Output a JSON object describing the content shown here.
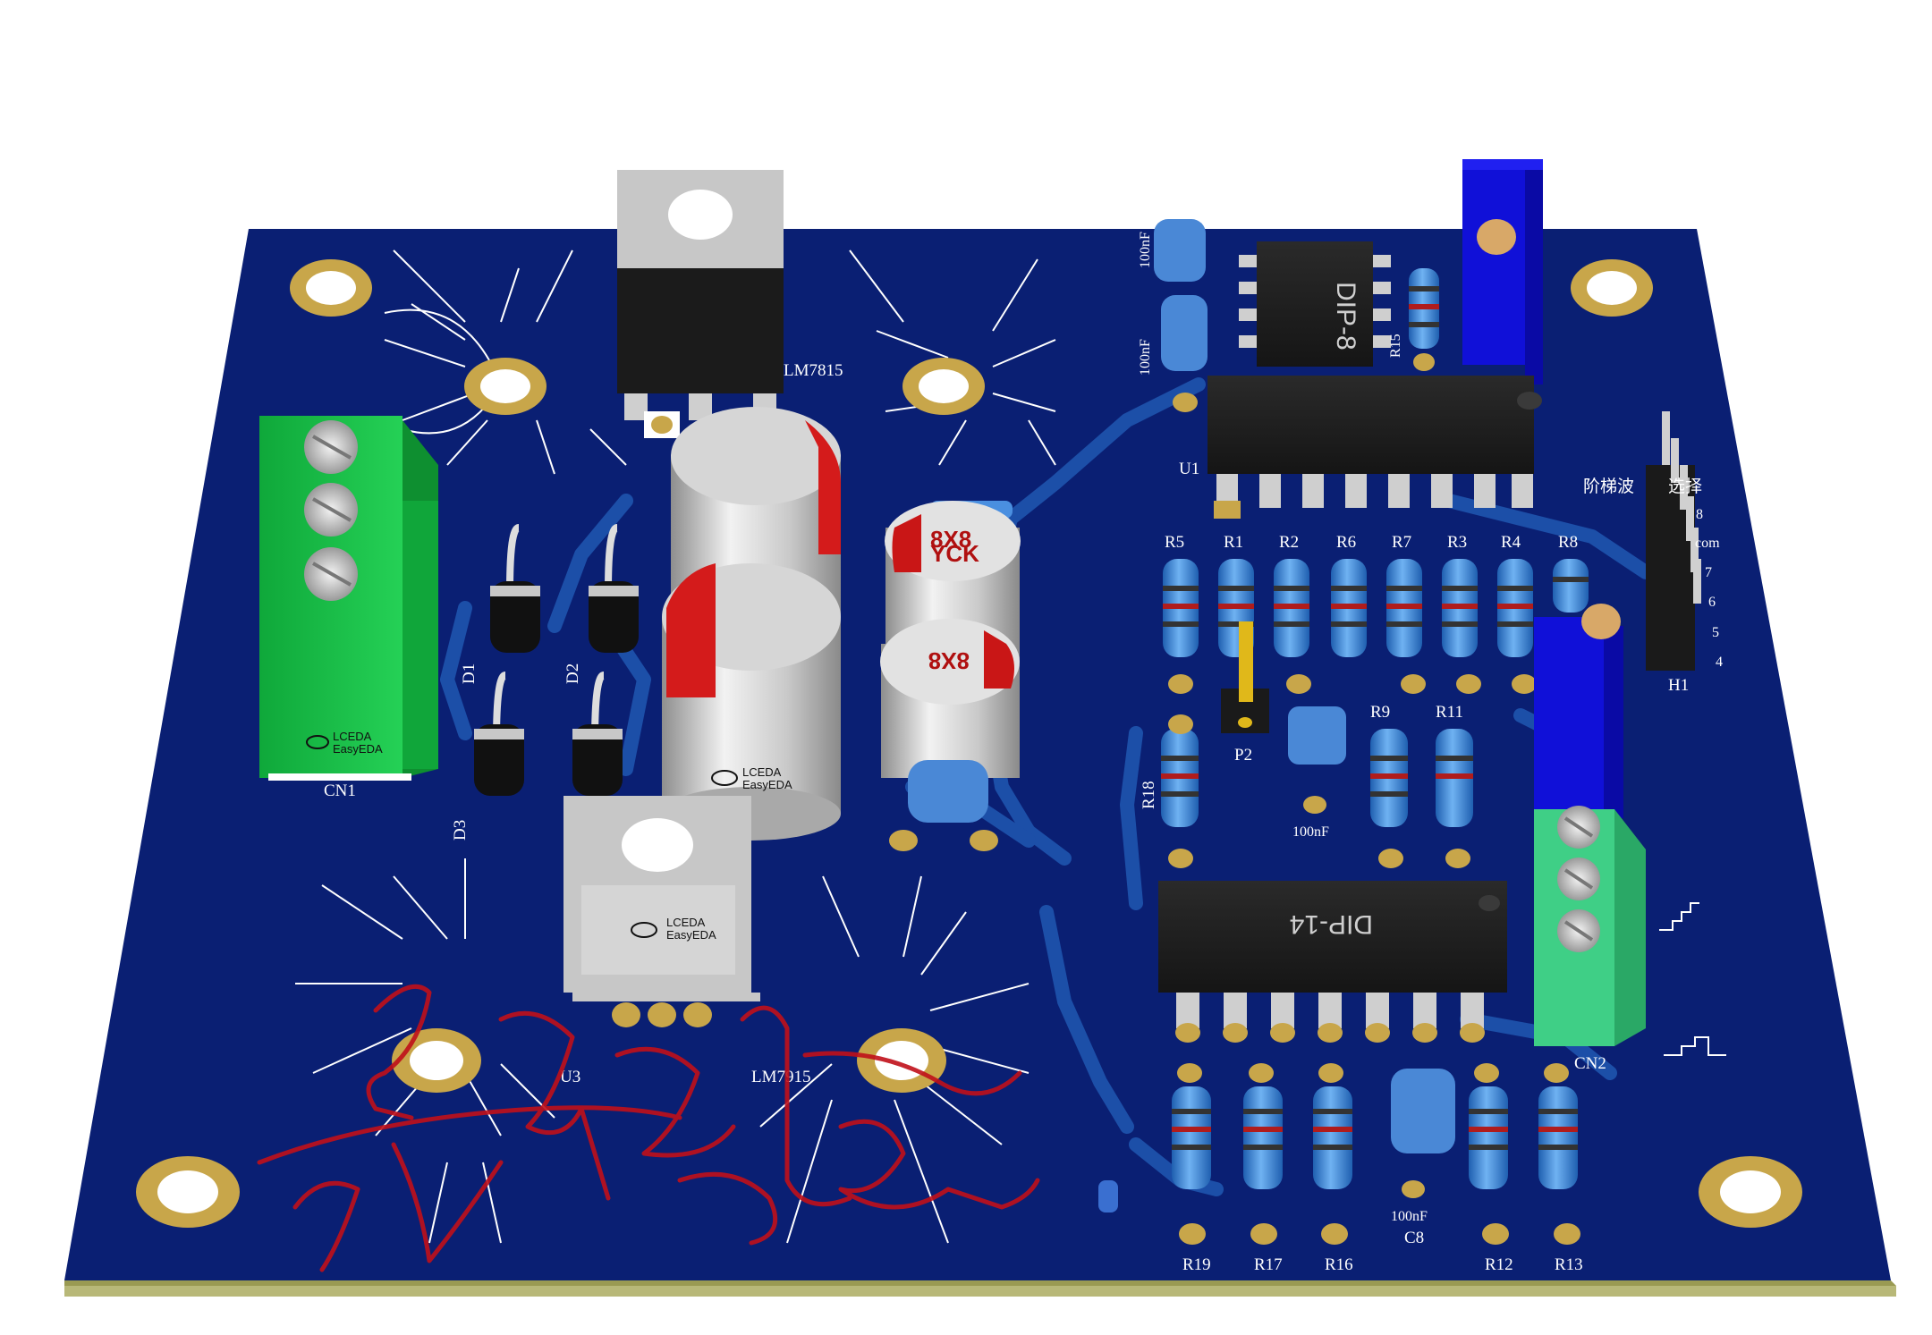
{
  "board": {
    "colors": {
      "board": "#0a1f73",
      "trace": "#1c4fa8",
      "edge": "#9a9a52",
      "pad": "#c8a64a",
      "silk": "#ffffff",
      "resistor": "#3b8de0",
      "terminal_green": "#1fc24a",
      "terminal_light": "#3fcf86",
      "trimmer_blue": "#1010d8",
      "signature": "#c0101a"
    },
    "silkscreen": {
      "lm7815": "LM7815",
      "lm7915": "LM7915",
      "u1": "U1",
      "u3": "U3",
      "cn1": "CN1",
      "cn2": "CN2",
      "p2": "P2",
      "h1": "H1",
      "d1": "D1",
      "d2": "D2",
      "d3": "D3",
      "r1": "R1",
      "r2": "R2",
      "r3": "R3",
      "r4": "R4",
      "r5": "R5",
      "r6": "R6",
      "r7": "R7",
      "r8": "R8",
      "r9": "R9",
      "r11": "R11",
      "r12": "R12",
      "r13": "R13",
      "r15": "R15",
      "r16": "R16",
      "r17": "R17",
      "r18": "R18",
      "r19": "R19",
      "c8": "C8",
      "cap_100nf": "100nF",
      "title_cn": "阶梯波",
      "select_cn": "选择",
      "com": "com",
      "pins": [
        "8",
        "7",
        "6",
        "5",
        "4"
      ]
    },
    "chips": {
      "dip8": "DIP-8",
      "dip14": "DIP-14"
    },
    "caps": {
      "marking": "8X8",
      "brand": "YCK"
    },
    "logo": {
      "line1": "LCEDA",
      "line2": "EasyEDA",
      "short": "LCEDA"
    },
    "icons": [
      "lceda-cloud-logo-icon",
      "staircase-waveform-icon"
    ]
  }
}
